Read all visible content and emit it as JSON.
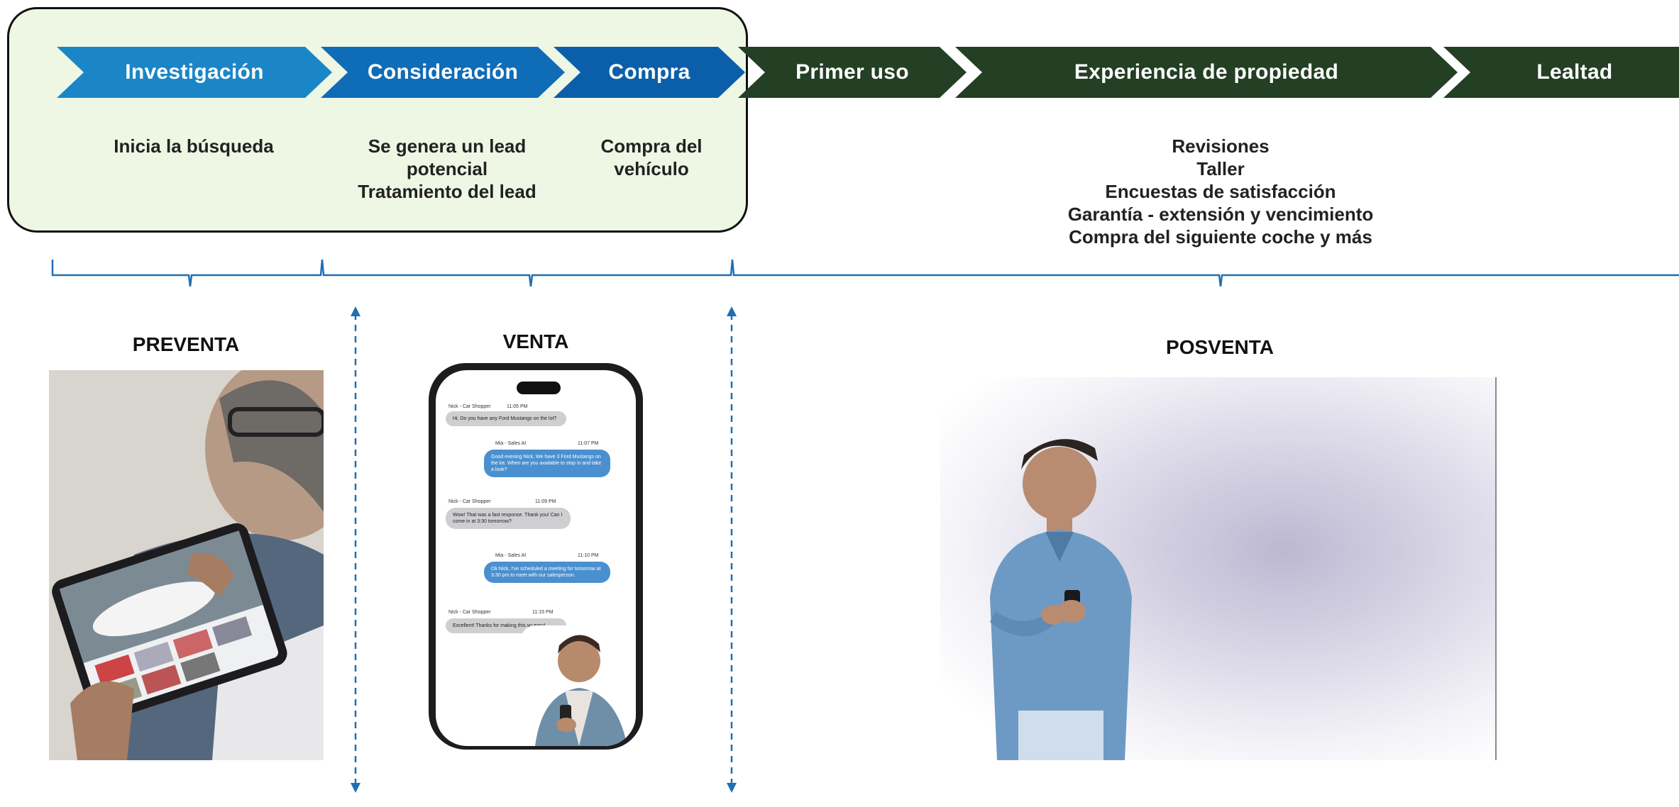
{
  "stages": [
    {
      "label": "Investigación"
    },
    {
      "label": "Consideración"
    },
    {
      "label": "Compra"
    },
    {
      "label": "Primer uso"
    },
    {
      "label": "Experiencia de propiedad"
    },
    {
      "label": "Lealtad"
    }
  ],
  "descriptions": {
    "investigacion": [
      "Inicia la búsqueda"
    ],
    "consideracion": [
      "Se genera un lead",
      "potencial",
      "Tratamiento del lead"
    ],
    "compra": [
      "Compra del",
      "vehículo"
    ],
    "propiedad": [
      "Revisiones",
      "Taller",
      "Encuestas de satisfacción",
      "Garantía - extensión y vencimiento",
      "Compra del siguiente coche y más"
    ]
  },
  "phases": {
    "preventa": "PREVENTA",
    "venta": "VENTA",
    "posventa": "POSVENTA"
  },
  "chat": {
    "messages": [
      {
        "sender": "Nick - Car Shopper",
        "time": "11:05 PM",
        "text": "Hi, Do you have any Ford Mustangs on the lot?",
        "side": "left"
      },
      {
        "sender": "Mia - Sales AI",
        "time": "11:07 PM",
        "text": "Good evening Nick, We have 3 Ford Mustangs on the lot. When are you available to stop in and take a look?",
        "side": "right"
      },
      {
        "sender": "Nick - Car Shopper",
        "time": "11:09 PM",
        "text": "Wow! That was a fast response. Thank you! Can I come in at 3:30 tomorrow?",
        "side": "left"
      },
      {
        "sender": "Mia - Sales AI",
        "time": "11:10 PM",
        "text": "Ok Nick, I've scheduled a meeting for tomorrow at 3:30 pm to meet with our salesperson.",
        "side": "right"
      },
      {
        "sender": "Nick - Car Shopper",
        "time": "11:15 PM",
        "text": "Excellent! Thanks for making this so easy!",
        "side": "left"
      }
    ]
  },
  "colors": {
    "chevron_blue_1": "#1a86c8",
    "chevron_blue_2": "#0f6cb7",
    "chevron_blue_3": "#0b5faa",
    "chevron_green": "#233f24",
    "highlight_fill": "#eef7e4",
    "bracket_line": "#1f6fb2",
    "divider": "#1f6fb2"
  },
  "icons": [
    "arrow-up-icon",
    "arrow-down-icon"
  ]
}
